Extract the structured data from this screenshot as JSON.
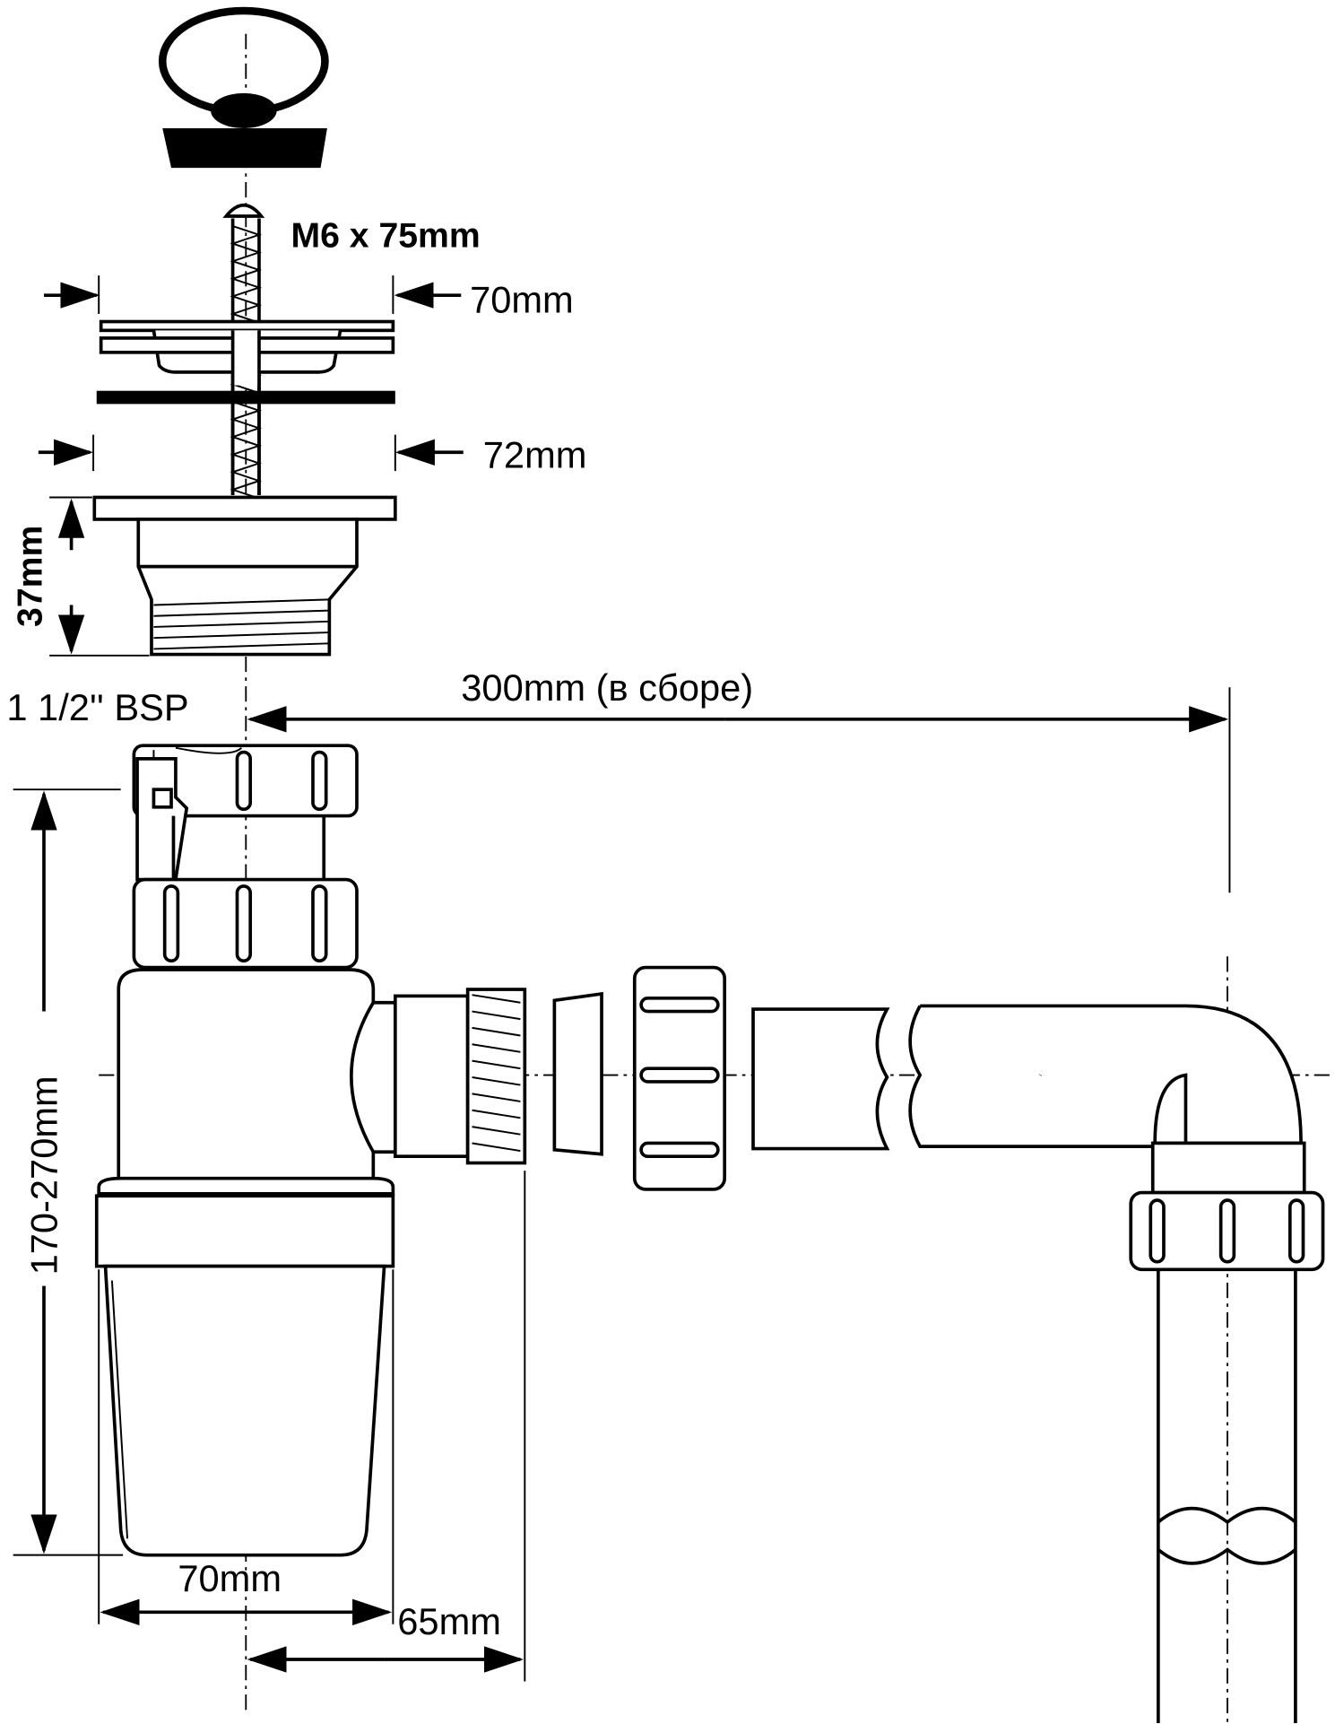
{
  "diagram": {
    "labels": {
      "screw": "M6 x 75mm",
      "grate_width": "70mm",
      "body_width": "72mm",
      "body_height": "37mm",
      "thread": "1 1/2'' BSP",
      "assembled_length": "300mm (в сборе)",
      "height_range": "170-270mm",
      "cup_width": "70mm",
      "outlet_offset": "65mm"
    },
    "colors": {
      "line": "#000000",
      "background": "#ffffff"
    }
  }
}
